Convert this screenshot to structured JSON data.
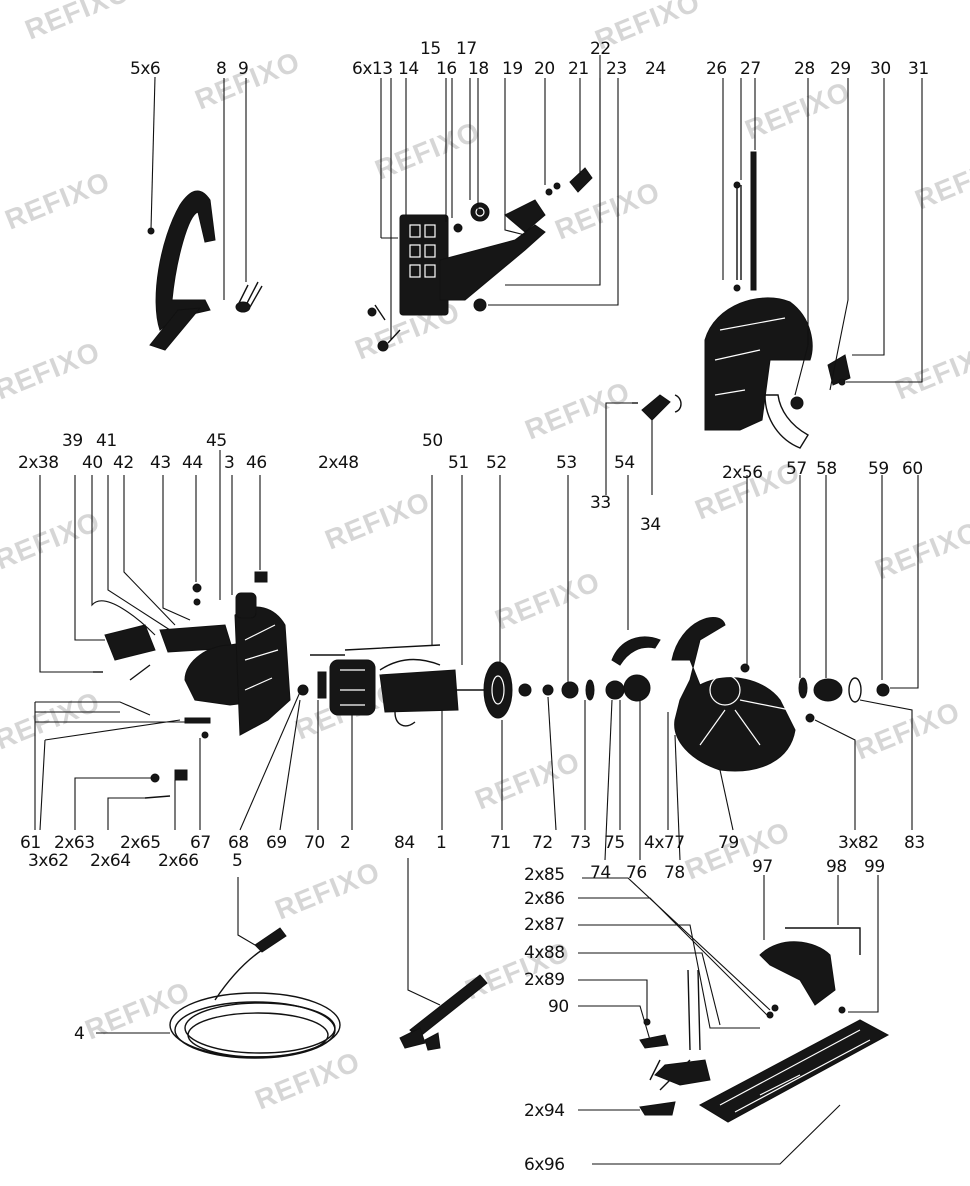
{
  "watermark": "REFIXO",
  "labels": {
    "l1": "5x6",
    "l2": "8",
    "l3": "9",
    "l4": "6x13",
    "l5": "14",
    "l6": "15",
    "l7": "16",
    "l8": "17",
    "l9": "18",
    "l10": "19",
    "l11": "20",
    "l12": "21",
    "l13": "22",
    "l14": "23",
    "l15": "24",
    "l16": "26",
    "l17": "27",
    "l18": "28",
    "l19": "29",
    "l20": "30",
    "l21": "31",
    "l22": "33",
    "l23": "34",
    "l24": "39",
    "l25": "41",
    "l26": "45",
    "l27": "2x38",
    "l28": "40",
    "l29": "42",
    "l30": "43",
    "l31": "44",
    "l32": "3",
    "l33": "46",
    "l34": "2x48",
    "l35": "50",
    "l36": "51",
    "l37": "52",
    "l38": "53",
    "l39": "54",
    "l40": "2x56",
    "l41": "57",
    "l42": "58",
    "l43": "59",
    "l44": "60",
    "l45": "61",
    "l46": "2x63",
    "l47": "2x65",
    "l48": "67",
    "l49": "68",
    "l50": "69",
    "l51": "70",
    "l52": "2",
    "l53": "84",
    "l54": "1",
    "l55": "71",
    "l56": "72",
    "l57": "73",
    "l58": "75",
    "l59": "4x77",
    "l60": "79",
    "l61": "3x82",
    "l62": "83",
    "l63": "3x62",
    "l64": "2x64",
    "l65": "2x66",
    "l66": "5",
    "l67": "74",
    "l68": "76",
    "l69": "78",
    "l70": "2x85",
    "l71": "2x86",
    "l72": "2x87",
    "l73": "4x88",
    "l74": "2x89",
    "l75": "90",
    "l76": "2x94",
    "l77": "6x96",
    "l78": "4",
    "l79": "97",
    "l80": "98",
    "l81": "99"
  }
}
